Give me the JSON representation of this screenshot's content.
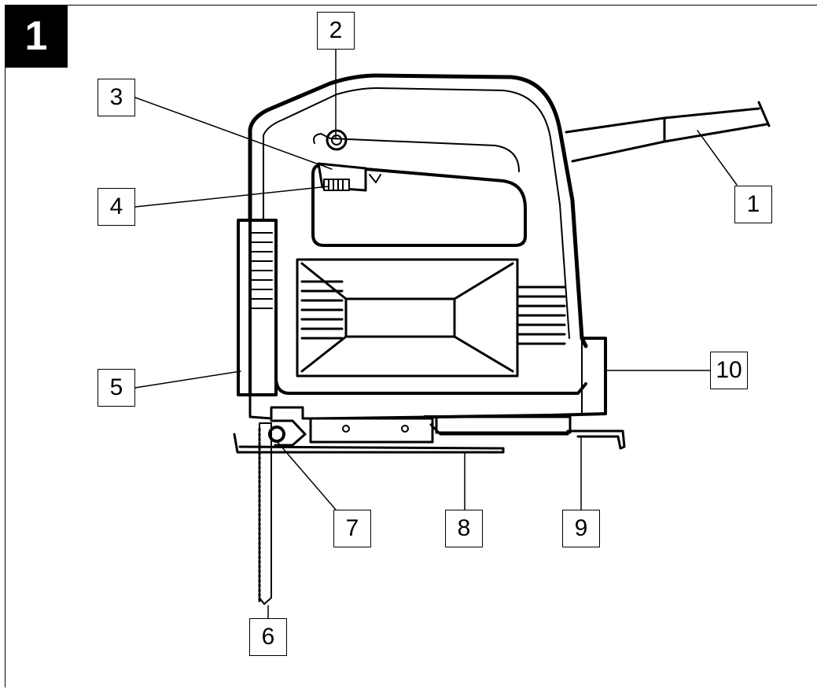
{
  "figure": {
    "number": "1",
    "callouts": [
      "1",
      "2",
      "3",
      "4",
      "5",
      "6",
      "7",
      "8",
      "9",
      "10"
    ]
  }
}
